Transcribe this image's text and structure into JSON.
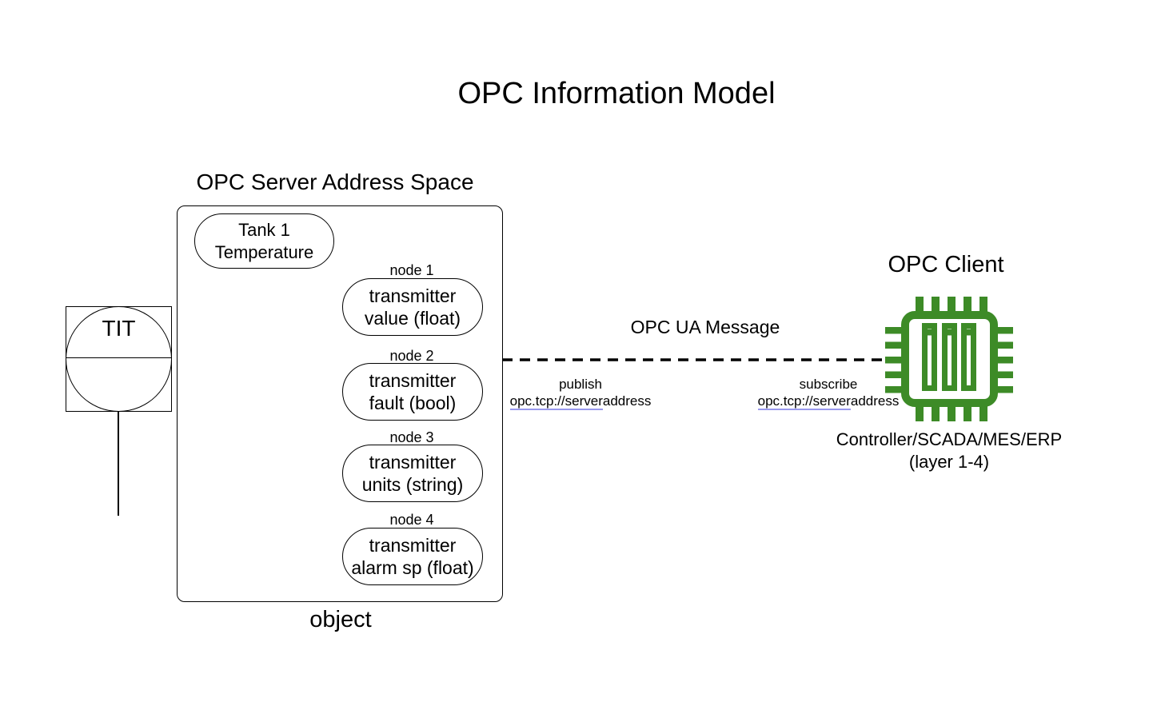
{
  "title": "OPC Information Model",
  "instrument": {
    "tag": "TIT"
  },
  "server": {
    "heading": "OPC Server Address Space",
    "caption": "object",
    "root_node": {
      "line1": "Tank 1",
      "line2": "Temperature"
    },
    "nodes": [
      {
        "label": "node 1",
        "line1": "transmitter",
        "line2": "value (float)"
      },
      {
        "label": "node 2",
        "line1": "transmitter",
        "line2": "fault (bool)"
      },
      {
        "label": "node 3",
        "line1": "transmitter",
        "line2": "units (string)"
      },
      {
        "label": "node 4",
        "line1": "transmitter",
        "line2": "alarm sp (float)"
      }
    ]
  },
  "link": {
    "message_label": "OPC UA Message",
    "publish": {
      "action": "publish",
      "address_linked": "opc.tcp://server",
      "address_plain": "address"
    },
    "subscribe": {
      "action": "subscribe",
      "address_linked": "opc.tcp://server",
      "address_plain": "address"
    }
  },
  "client": {
    "heading": "OPC Client",
    "caption_line1": "Controller/SCADA/MES/ERP",
    "caption_line2": "(layer 1-4)",
    "icon": "chip-icon"
  },
  "colors": {
    "chip_green": "#3d8b27",
    "link_underline": "#9999ee",
    "line_black": "#000000"
  }
}
